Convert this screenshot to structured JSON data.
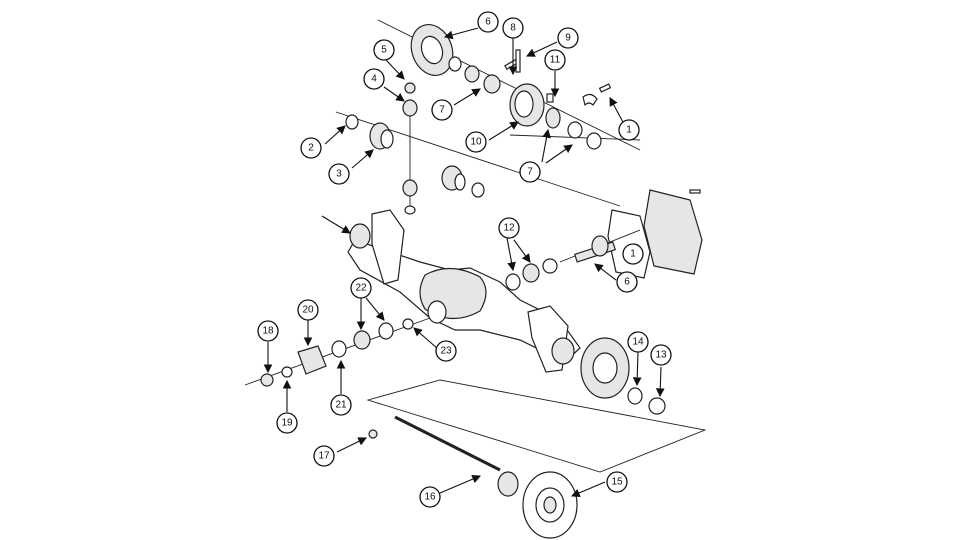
{
  "callouts": [
    "6",
    "8",
    "9",
    "5",
    "4",
    "11",
    "7",
    "2",
    "10",
    "1",
    "3",
    "7",
    "1",
    "12",
    "6",
    "22",
    "20",
    "18",
    "23",
    "14",
    "13",
    "19",
    "21",
    "17",
    "16",
    "15"
  ]
}
